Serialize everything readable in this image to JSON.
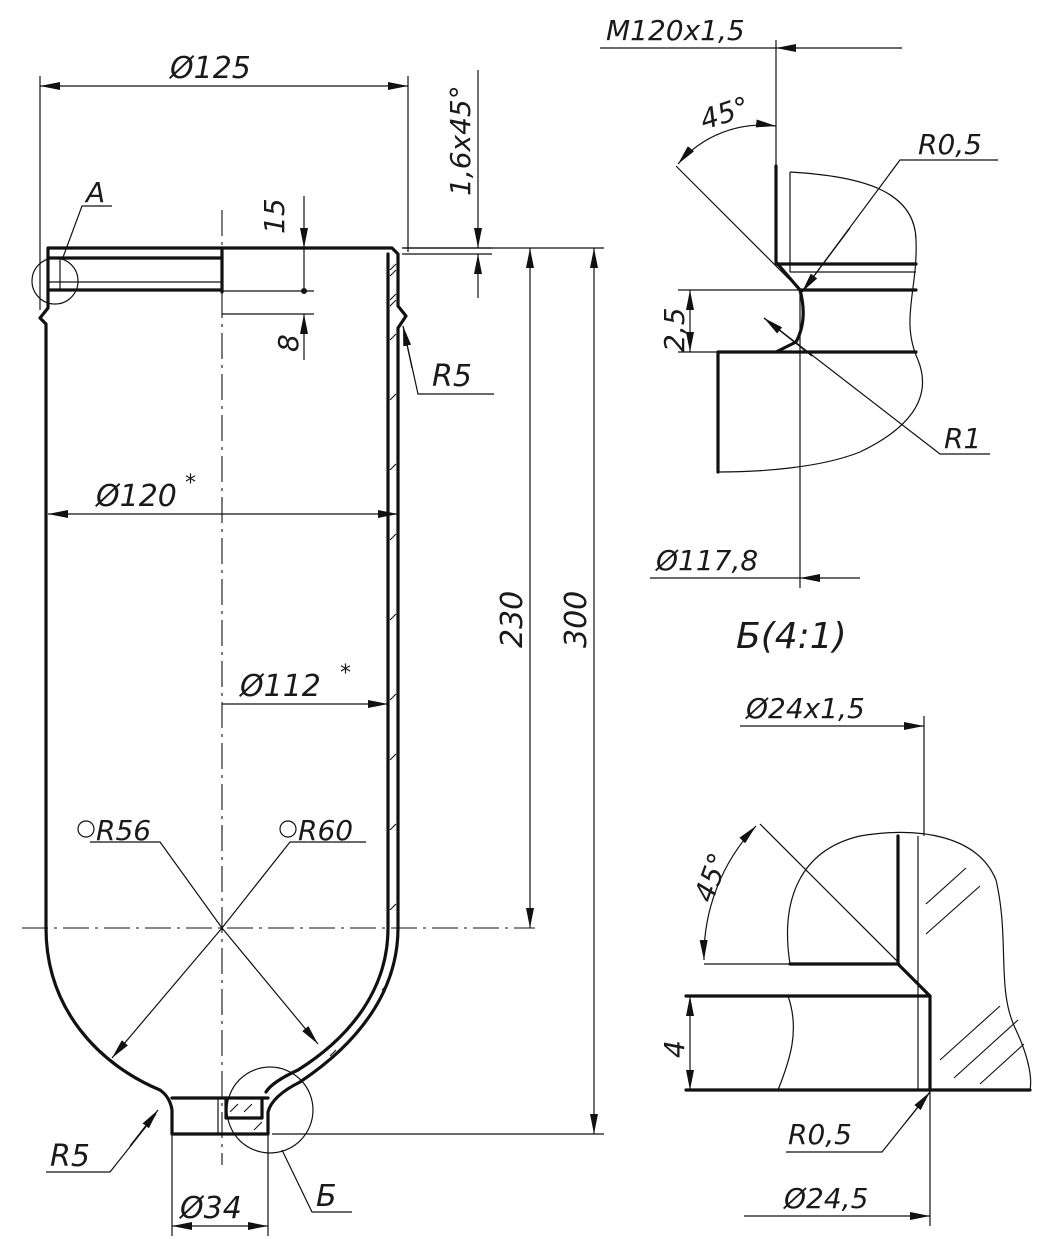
{
  "labels": {
    "d125": "Ø125",
    "chamfer": "1,6x45°",
    "detail_a": "A",
    "dim15": "15",
    "dim8": "8",
    "r5_top": "R5",
    "d120": "Ø120",
    "d112": "Ø112",
    "star": "*",
    "dim230": "230",
    "dim300": "300",
    "r56": "R56",
    "r60": "R60",
    "r5_bottom": "R5",
    "d34": "Ø34",
    "detail_b": "Б",
    "thread_m120": "M120x1,5",
    "angle45_top": "45°",
    "r05_top": "R0,5",
    "dim25": "2,5",
    "r1": "R1",
    "d1178": "Ø117,8",
    "b_scale": "Б(4:1)",
    "thread_d24": "Ø24x1,5",
    "angle45_bottom": "45°",
    "dim4": "4",
    "r05_bottom": "R0,5",
    "d245": "Ø24,5"
  }
}
